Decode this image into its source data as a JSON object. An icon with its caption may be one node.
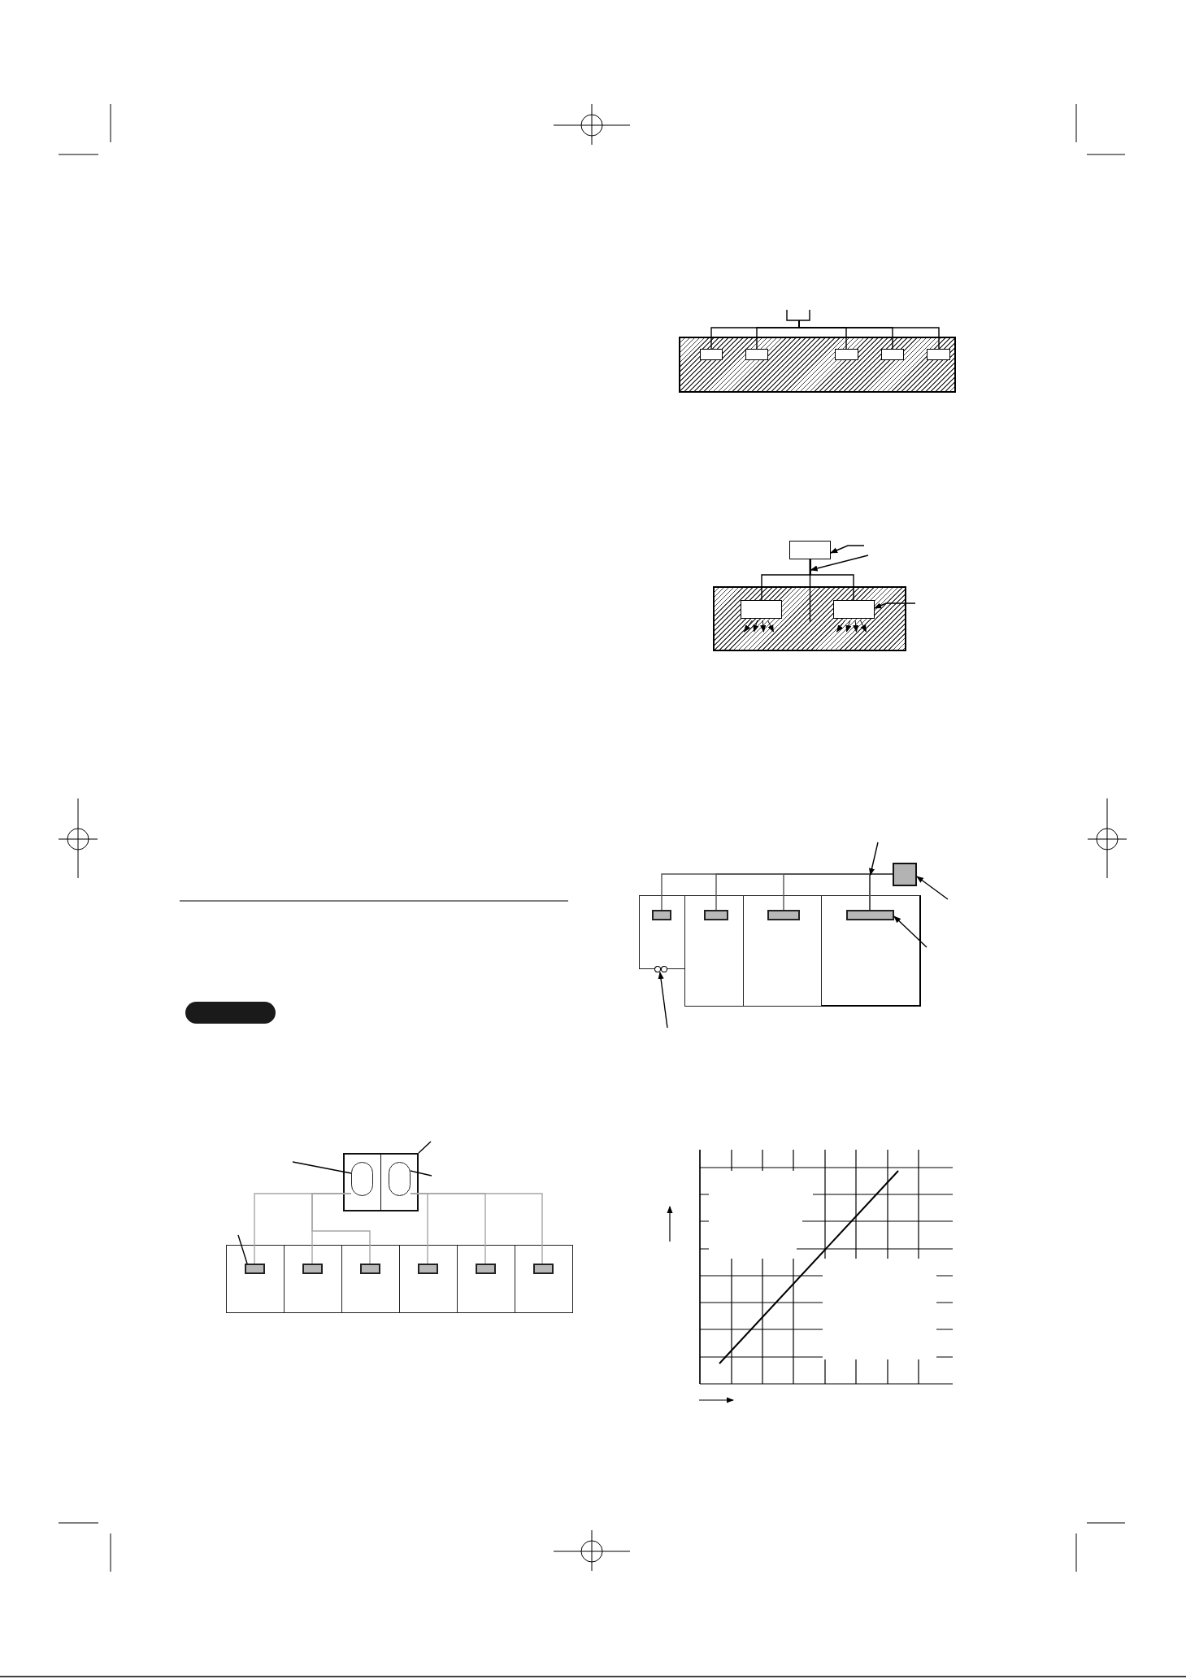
{
  "diagram": {
    "nodes": [
      {
        "text": [],
        "shape": "box"
      },
      {
        "text": [],
        "shape": "box",
        "in": 0
      },
      {
        "text": [],
        "shape": "box",
        "in": 0
      },
      {
        "text": [],
        "shape": "box",
        "in": 0
      },
      {
        "text": [],
        "shape": "box",
        "in": 0
      },
      {
        "text": [],
        "shape": "box",
        "in": 0
      },
      {
        "text": [],
        "shape": "box"
      },
      {
        "text": [],
        "shape": "box"
      },
      {
        "text": [],
        "shape": "box",
        "in": 7
      },
      {
        "text": [],
        "shape": "box",
        "in": 7
      },
      {
        "text": [],
        "shape": "box"
      },
      {
        "text": [],
        "shape": "box"
      },
      {
        "text": [],
        "shape": "box"
      },
      {
        "text": [],
        "shape": "box"
      },
      {
        "text": [],
        "shape": "box",
        "in": 10
      },
      {
        "text": [],
        "shape": "box",
        "in": 11
      },
      {
        "text": [],
        "shape": "box",
        "in": 12
      },
      {
        "text": [],
        "shape": "box",
        "in": 13
      },
      {
        "text": [],
        "shape": "box"
      },
      {
        "text": [],
        "shape": "circle"
      },
      {
        "text": [],
        "shape": "box"
      },
      {
        "text": [],
        "shape": "box"
      },
      {
        "text": [],
        "shape": "ellipse",
        "in": 21
      },
      {
        "text": [],
        "shape": "ellipse",
        "in": 21
      },
      {
        "text": [],
        "shape": "box"
      },
      {
        "text": [],
        "shape": "box"
      },
      {
        "text": [],
        "shape": "box"
      },
      {
        "text": [],
        "shape": "box"
      },
      {
        "text": [],
        "shape": "box"
      },
      {
        "text": [],
        "shape": "box"
      },
      {
        "text": [],
        "shape": "box",
        "in": 24
      },
      {
        "text": [],
        "shape": "box",
        "in": 25
      },
      {
        "text": [],
        "shape": "box",
        "in": 26
      },
      {
        "text": [],
        "shape": "box",
        "in": 27
      },
      {
        "text": [],
        "shape": "box",
        "in": 28
      },
      {
        "text": [],
        "shape": "box",
        "in": 29
      },
      {
        "text": [],
        "shape": "bar"
      },
      {
        "text": [],
        "shape": "bar"
      }
    ],
    "edges": [
      {
        "from": null,
        "to": 1,
        "arrow": "none"
      },
      {
        "from": null,
        "to": 2,
        "arrow": "none"
      },
      {
        "from": null,
        "to": 3,
        "arrow": "none"
      },
      {
        "from": null,
        "to": 4,
        "arrow": "none"
      },
      {
        "from": null,
        "to": 5,
        "arrow": "none"
      },
      {
        "from": 6,
        "to": 8,
        "arrow": "none"
      },
      {
        "from": 6,
        "to": 9,
        "arrow": "none"
      },
      {
        "from": 6,
        "to": null,
        "arrow": "none"
      },
      {
        "from": null,
        "to": 6,
        "arrow": "to"
      },
      {
        "from": null,
        "to": 9,
        "arrow": "to"
      },
      {
        "from": 18,
        "to": 14,
        "arrow": "none",
        "color": "#555555"
      },
      {
        "from": 18,
        "to": 15,
        "arrow": "none",
        "color": "#555555"
      },
      {
        "from": 18,
        "to": 16,
        "arrow": "none",
        "color": "#555555"
      },
      {
        "from": 18,
        "to": 17,
        "arrow": "none",
        "color": "#555555"
      },
      {
        "from": null,
        "to": 18,
        "arrow": "to"
      },
      {
        "from": null,
        "to": 17,
        "arrow": "to"
      },
      {
        "from": null,
        "to": 19,
        "arrow": "to"
      },
      {
        "from": 22,
        "to": 30,
        "arrow": "none",
        "color": "#a6a6a6"
      },
      {
        "from": 22,
        "to": 31,
        "arrow": "none",
        "color": "#a6a6a6"
      },
      {
        "from": 22,
        "to": 32,
        "arrow": "none",
        "color": "#a6a6a6"
      },
      {
        "from": 23,
        "to": 33,
        "arrow": "none",
        "color": "#a6a6a6"
      },
      {
        "from": 23,
        "to": 34,
        "arrow": "none",
        "color": "#a6a6a6"
      },
      {
        "from": 23,
        "to": 35,
        "arrow": "none",
        "color": "#a6a6a6"
      },
      {
        "from": null,
        "to": 22,
        "arrow": "none"
      },
      {
        "from": null,
        "to": 21,
        "arrow": "none"
      },
      {
        "from": null,
        "to": 23,
        "arrow": "none"
      },
      {
        "from": null,
        "to": 30,
        "arrow": "none"
      },
      {
        "from": null,
        "to": 36,
        "arrow": "to"
      },
      {
        "from": null,
        "to": 37,
        "arrow": "to"
      }
    ]
  }
}
